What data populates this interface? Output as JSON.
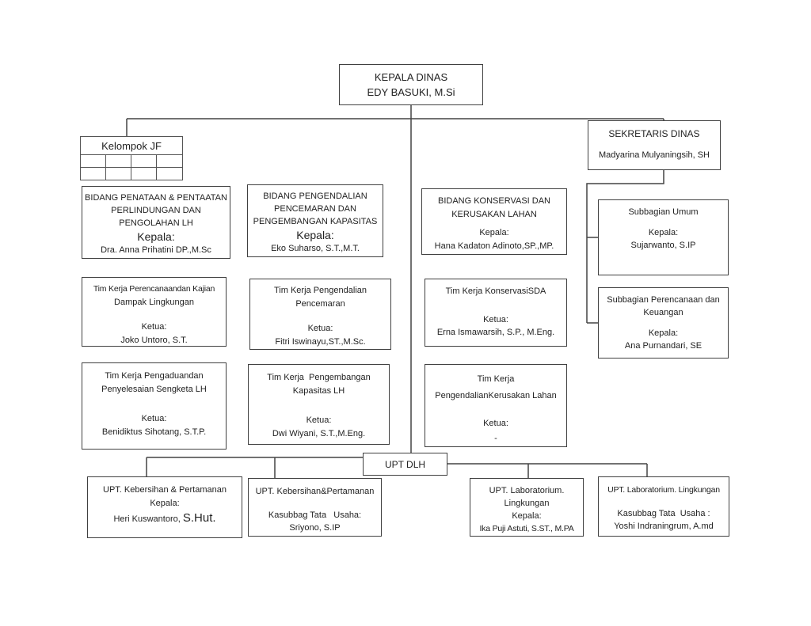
{
  "colors": {
    "box_border": "#404040",
    "connector_line": "#444444",
    "text": "#222222"
  },
  "org": {
    "kepala_dinas": {
      "title": "KEPALA DINAS",
      "name": "EDY BASUKI, M.Si"
    },
    "kelompok_jf": {
      "title": "Kelompok JF",
      "grid_rows": 2,
      "grid_cols": 4
    },
    "sekretaris_dinas": {
      "title": "SEKRETARIS DINAS",
      "name": "Madyarina Mulyaningsih, SH"
    },
    "bidang_penataan": {
      "title1": "BIDANG PENATAAN & PENTAATAN",
      "title2": "PERLINDUNGAN DAN",
      "title3": "PENGOLAHAN LH",
      "role_label": "Kepala:",
      "name": "Dra. Anna Prihatini DP.,M.Sc"
    },
    "bidang_pengendalian": {
      "title1": "BIDANG PENGENDALIAN",
      "title2": "PENCEMARAN DAN",
      "title3": "PENGEMBANGAN KAPASITAS",
      "role_label": "Kepala:",
      "name": "Eko Suharso, S.T.,M.T."
    },
    "bidang_konservasi": {
      "title1": "BIDANG KONSERVASI DAN",
      "title2": "KERUSAKAN LAHAN",
      "role_label": "Kepala:",
      "name": "Hana Kadaton Adinoto,SP.,MP."
    },
    "subbagian_umum": {
      "title": "Subbagian Umum",
      "role_label": "Kepala:",
      "name": "Sujarwanto, S.IP"
    },
    "subbagian_perencanaan": {
      "title1": "Subbagian Perencanaan dan",
      "title2": "Keuangan",
      "role_label": "Kepala:",
      "name": "Ana Purnandari, SE"
    },
    "tim_perencanaan": {
      "title1": "Tim Kerja Perencanaandan Kajian",
      "title2": "Dampak Lingkungan",
      "role_label": "Ketua:",
      "name": "Joko Untoro, S.T."
    },
    "tim_pengendalian": {
      "title1": "Tim Kerja Pengendalian",
      "title2": "Pencemaran",
      "role_label": "Ketua:",
      "name": "Fitri Iswinayu,ST.,M.Sc."
    },
    "tim_konservasi": {
      "title1": "Tim Kerja KonservasiSDA",
      "role_label": "Ketua:",
      "name": "Erna Ismawarsih, S.P., M.Eng."
    },
    "tim_pengaduan": {
      "title1": "Tim Kerja Pengaduandan",
      "title2": "Penyelesaian Sengketa LH",
      "role_label": "Ketua:",
      "name": "Benidiktus Sihotang, S.T.P."
    },
    "tim_pengembangan": {
      "title1": "Tim Kerja  Pengembangan",
      "title2": "Kapasitas LH",
      "role_label": "Ketua:",
      "name": "Dwi Wiyani, S.T.,M.Eng."
    },
    "tim_kerusakan": {
      "title1": "Tim Kerja",
      "title2": "PengendalianKerusakan Lahan",
      "role_label": "Ketua:",
      "name": "-"
    },
    "upt_dlh": {
      "title": "UPT DLH"
    },
    "upt_kebersihan_kepala": {
      "title": "UPT. Kebersihan & Pertamanan",
      "role_label": "Kepala:",
      "name_prefix": "Heri Kuswantoro, ",
      "name_suffix": "S.Hut."
    },
    "upt_kebersihan_tu": {
      "title": "UPT. Kebersihan&Pertamanan",
      "role_label": "Kasubbag Tata   Usaha:",
      "name": "Sriyono, S.IP"
    },
    "upt_lab_kepala": {
      "title1": "UPT. Laboratorium.",
      "title2": "Lingkungan",
      "role_label": "Kepala:",
      "name": "Ika Puji Astuti, S.ST., M.PA"
    },
    "upt_lab_tu": {
      "title": "UPT. Laboratorium. Lingkungan",
      "role_label": "Kasubbag Tata  Usaha :",
      "name": "Yoshi Indraningrum, A.md"
    }
  }
}
